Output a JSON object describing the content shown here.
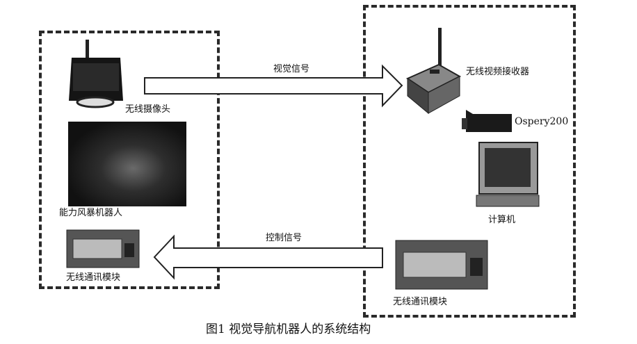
{
  "arrows": {
    "visual_signal": "视觉信号",
    "control_signal": "控制信号"
  },
  "left": {
    "camera": "无线摄像头",
    "robot": "能力风暴机器人",
    "module": "无线通讯模块"
  },
  "right": {
    "receiver": "无线视频接收器",
    "capture_card": "Ospery200",
    "computer": "计算机",
    "module": "无线通讯模块"
  },
  "caption": "图1 视觉导航机器人的系统结构"
}
